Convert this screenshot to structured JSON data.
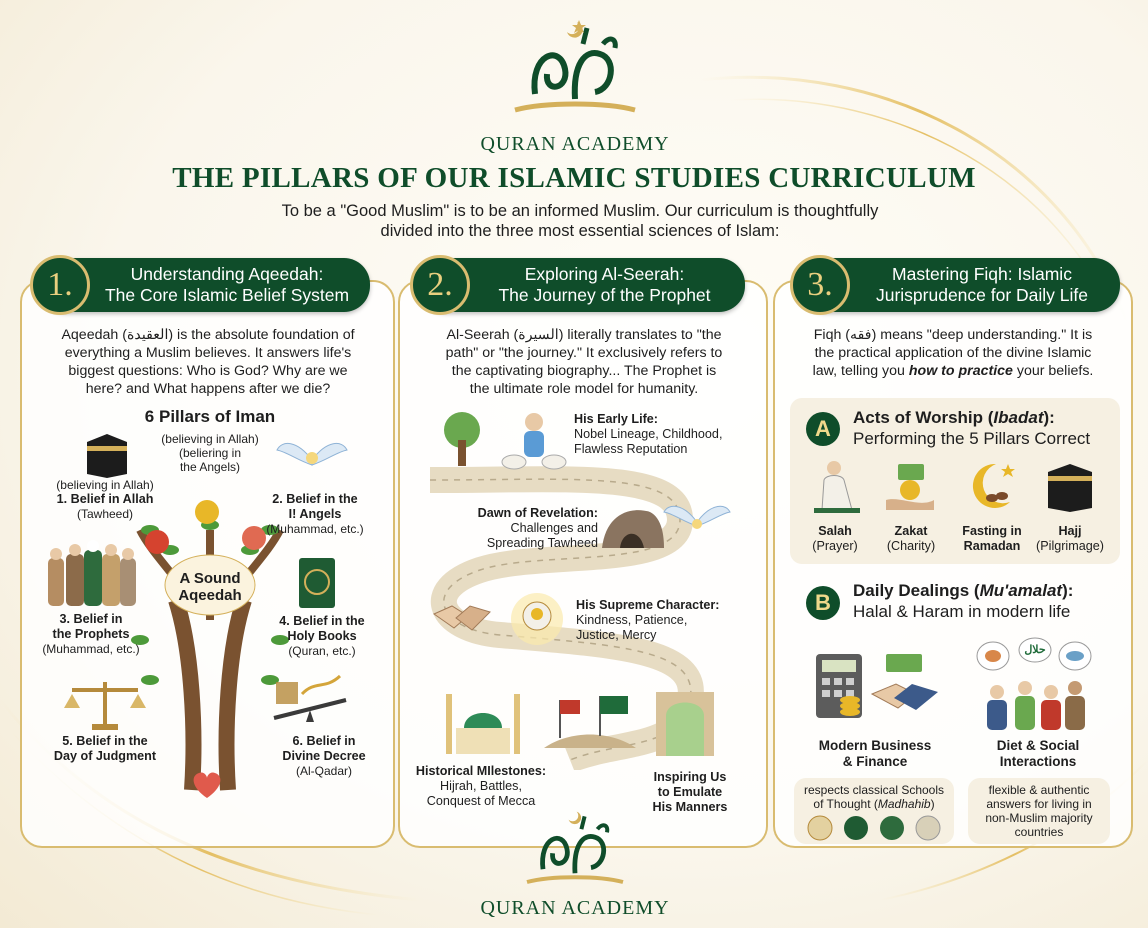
{
  "brand": {
    "name": "QURAN ACADEMY"
  },
  "title": "THE PILLARS OF OUR ISLAMIC STUDIES CURRICULUM",
  "intro": {
    "line1": "To be a \"Good Muslim\" is to be an informed Muslim. Our curriculum is thoughtfully",
    "line2": "divided into the three most essential sciences of Islam:"
  },
  "col1": {
    "number": "1.",
    "title1": "Understanding Aqeedah:",
    "title2": "The Core Islamic Belief System",
    "para": [
      "Aqeedah (العقيدة) is the absolute foundation of",
      "everything a Muslim believes. It answers life's",
      "biggest questions: Who is God? Why are we",
      "here? and What happens after we die?"
    ],
    "pillars_title": "6 Pillars of Iman",
    "tree_label": [
      "A Sound",
      "Aqeedah"
    ],
    "note_a": [
      "(believing in Allah)",
      "(beliering in",
      "the Angels)"
    ],
    "note_b": "(believing in Allah)",
    "p1": {
      "title": "1. Belief in Allah",
      "sub": "(Tawheed)"
    },
    "p2": {
      "title1": "2. Belief in the",
      "title2": "I! Angels",
      "sub": "(Muhammad, etc.)"
    },
    "p3": {
      "title1": "3. Belief in",
      "title2": "the Prophets",
      "sub": "(Muhammad, etc.)"
    },
    "p4": {
      "title1": "4. Belief in the",
      "title2": "Holy Books",
      "sub": "(Quran, etc.)"
    },
    "p5": {
      "title1": "5. Belief in the",
      "title2": "Day of Judgment"
    },
    "p6": {
      "title1": "6. Belief in",
      "title2": "Divine Decree",
      "sub": "(Al-Qadar)"
    }
  },
  "col2": {
    "number": "2.",
    "title1": "Exploring Al-Seerah:",
    "title2": "The Journey of the Prophet",
    "para": [
      "Al-Seerah (السيرة) literally translates to \"the",
      "path\" or \"the journey.\" It exclusively refers to",
      "the captivating biography... The Prophet is",
      "the ultimate role model for humanity."
    ],
    "early": {
      "title": "His Early Life:",
      "l1": "Nobel Lineage, Childhood,",
      "l2": "Flawless Reputation"
    },
    "dawn": {
      "title": "Dawn of Revelation:",
      "l1": "Challenges and",
      "l2": "Spreading Tawheed"
    },
    "character": {
      "title": "His Supreme Character:",
      "l1": "Kindness, Patience,",
      "l2": "Justice, Mercy"
    },
    "milestones": {
      "title": "Historical MIlestones:",
      "l1": "Hijrah, Battles,",
      "l2": "Conquest of Mecca"
    },
    "inspiring": {
      "l1": "Inspiring Us",
      "l2": "to Emulate",
      "l3": "His Manners"
    }
  },
  "col3": {
    "number": "3.",
    "title1": "Mastering Fiqh: Islamic",
    "title2": "Jurisprudence for Daily Life",
    "para": [
      "Fiqh (فقه) means \"deep understanding.\" It is",
      "the practical application of the divine Islamic"
    ],
    "para3_pre": "law, telling you ",
    "para3_em": "how to practice",
    "para3_post": " your beliefs.",
    "a": {
      "badge": "A",
      "title_pre": "Acts of Worship (",
      "title_em": "Ibadat",
      "title_post": "):",
      "sub": "Performing the 5 Pillars Correct"
    },
    "worship": [
      {
        "name": "Salah",
        "sub": "(Prayer)"
      },
      {
        "name": "Zakat",
        "sub": "(Charity)"
      },
      {
        "name": "Fasting in",
        "sub": "Ramadan"
      },
      {
        "name": "Hajj",
        "sub": "(Pilgrimage)"
      }
    ],
    "b": {
      "badge": "B",
      "title_pre": "Daily Dealings (",
      "title_em": "Mu'amalat",
      "title_post": "):",
      "sub": "Halal & Haram in modern life"
    },
    "business": {
      "l1": "Modern Business",
      "l2": "& Finance"
    },
    "diet": {
      "l1": "Diet & Social",
      "l2": "Interactions"
    },
    "schools": {
      "l1": "respects classical Schools",
      "l2_pre": "of Thought (",
      "l2_em": "Madhahib",
      "l2_post": ")"
    },
    "flex": {
      "l1": "flexible & authentic",
      "l2": "answers for living in",
      "l3": "non-Muslim majority",
      "l4": "countries"
    },
    "halal_word": "حلال"
  },
  "colors": {
    "green": "#0f4d2a",
    "gold": "#d9bc70"
  }
}
